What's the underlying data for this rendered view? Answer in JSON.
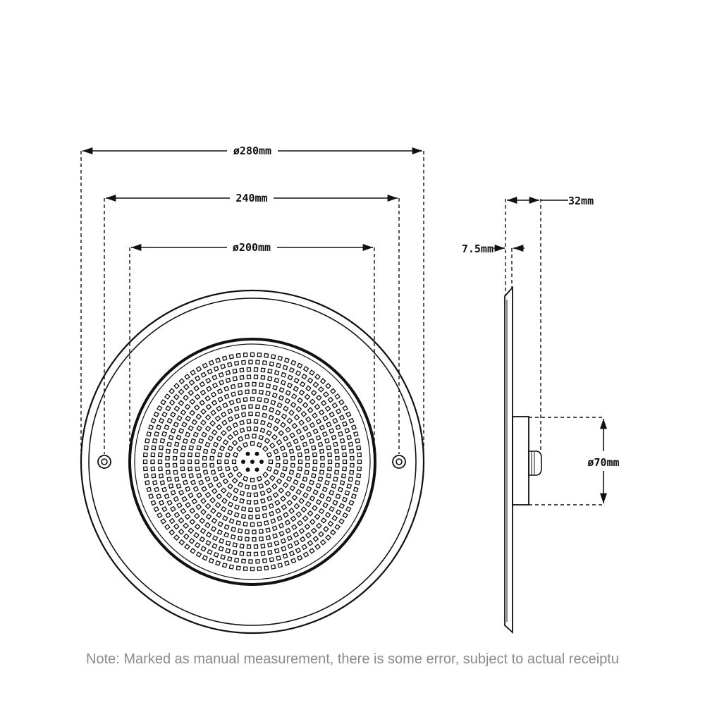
{
  "dimensions": {
    "outer_diameter": "ø280mm",
    "hole_spacing": "240mm",
    "face_diameter": "ø200mm",
    "total_depth": "32mm",
    "plate_thickness": "7.5mm",
    "base_diameter": "ø70mm"
  },
  "note": "Note: Marked as manual measurement, there is some error, subject to actual receiptu",
  "colors": {
    "line": "#111111",
    "note_text": "#8a8a8a",
    "background": "#ffffff"
  }
}
